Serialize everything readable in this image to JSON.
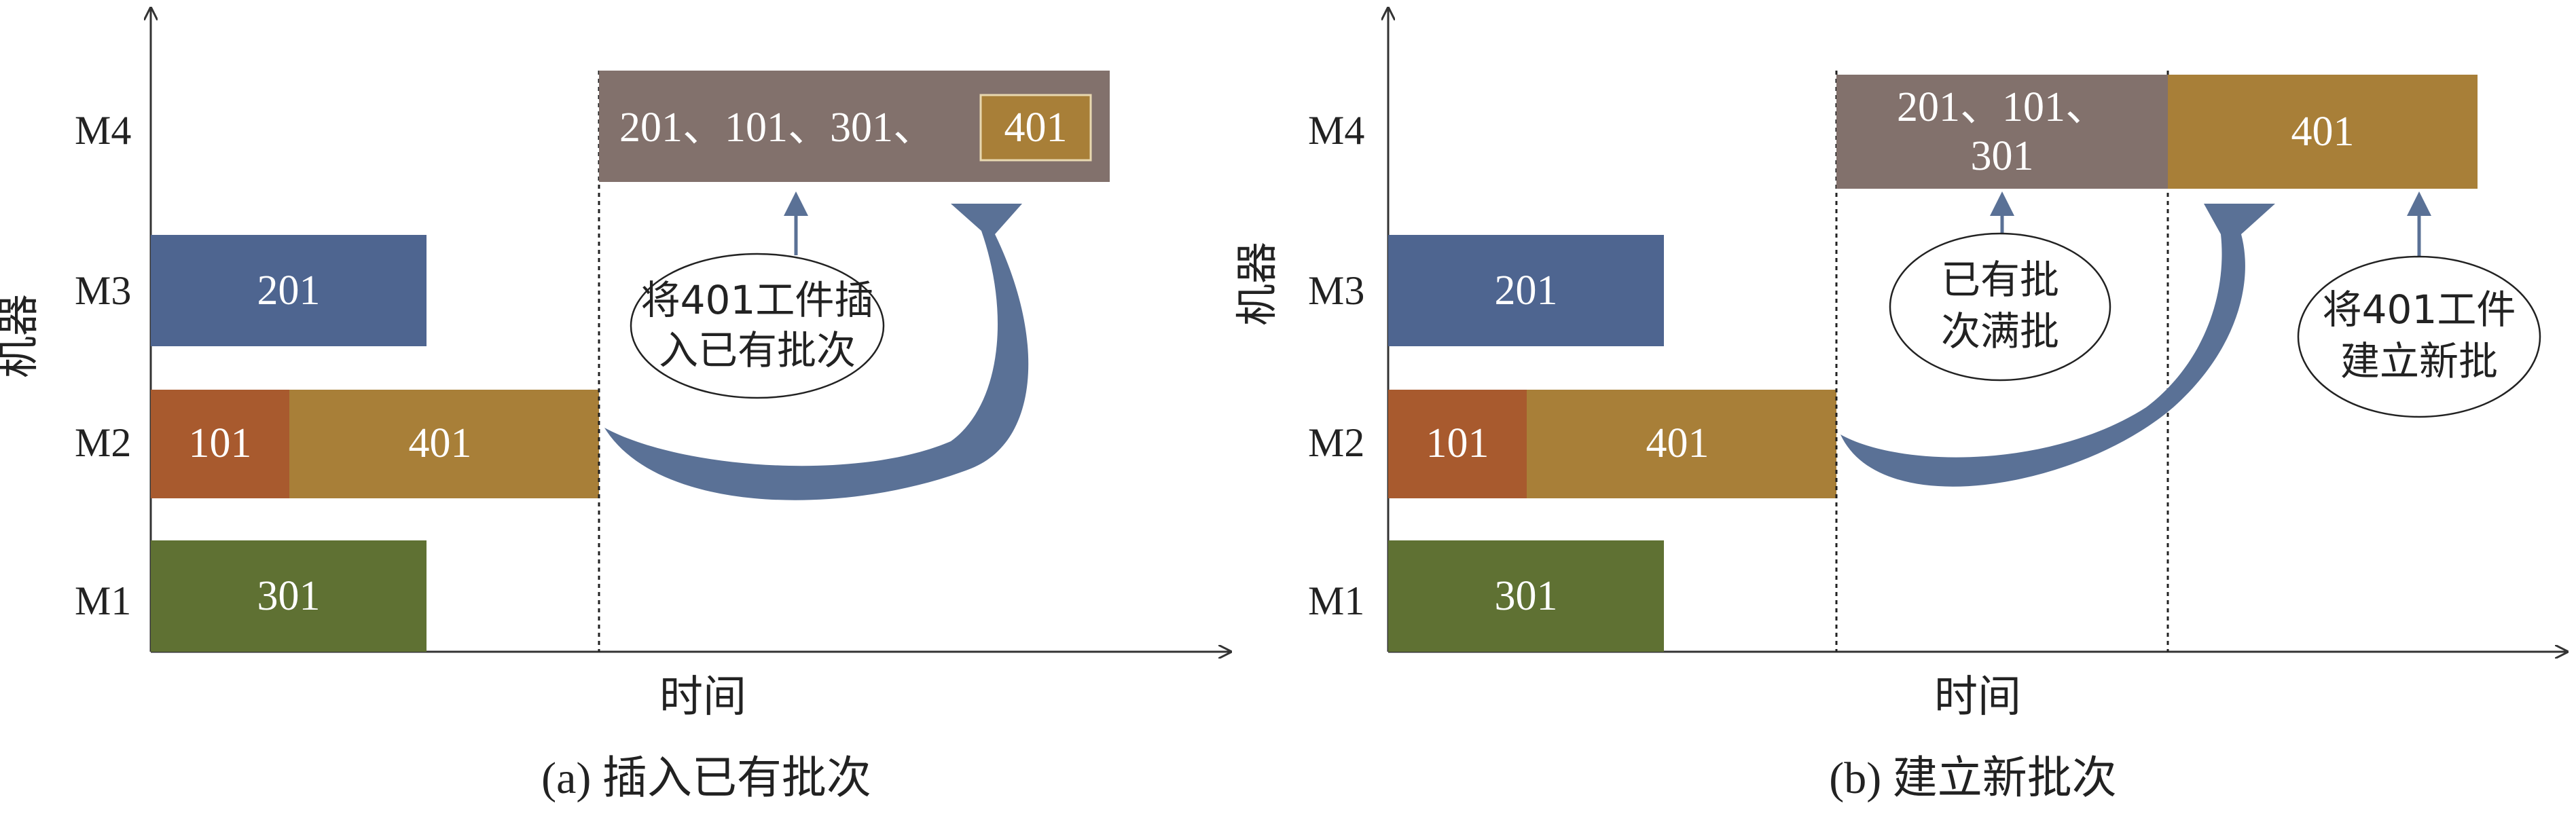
{
  "colors": {
    "m1_green": "#5f7133",
    "m2_orange": "#a85a2e",
    "m2_gold": "#a87f38",
    "m3_blue": "#4e6590",
    "m4_grey": "#82716c",
    "arrow_blue": "#5a7196",
    "axis": "#333333"
  },
  "panel_a": {
    "y_axis_label": "机器",
    "x_axis_label": "时间",
    "caption": "(a) 插入已有批次",
    "machines": [
      "M4",
      "M3",
      "M2",
      "M1"
    ],
    "jobs": {
      "m3": "201",
      "m2_first": "101",
      "m2_second": "401",
      "m1": "301",
      "m4_batch_prefix": "201、101、301、",
      "m4_inserted": "401"
    },
    "bubble_line1": "将401工件插",
    "bubble_line2": "入已有批次"
  },
  "panel_b": {
    "y_axis_label": "机器",
    "x_axis_label": "时间",
    "caption": "(b) 建立新批次",
    "machines": [
      "M4",
      "M3",
      "M2",
      "M1"
    ],
    "jobs": {
      "m3": "201",
      "m2_first": "101",
      "m2_second": "401",
      "m1": "301",
      "m4_batch_line1": "201、101、",
      "m4_batch_line2": "301",
      "m4_new_batch": "401"
    },
    "bubble1_line1": "已有批",
    "bubble1_line2": "次满批",
    "bubble2_line1": "将401工件",
    "bubble2_line2": "建立新批"
  }
}
